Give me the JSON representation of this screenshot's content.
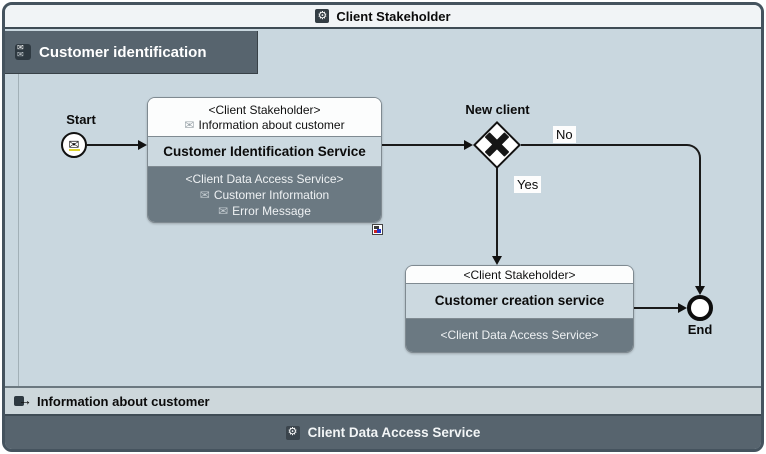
{
  "pool": {
    "title": "Client Stakeholder",
    "bottom_title": "Client Data Access Service"
  },
  "lane": {
    "title": "Customer identification",
    "message_band": "Information about customer"
  },
  "nodes": {
    "start": {
      "label": "Start"
    },
    "task_identification": {
      "participant_top": "<Client Stakeholder>",
      "message_top": "Information about customer",
      "title": "Customer Identification Service",
      "participant_bottom": "<Client Data Access Service>",
      "messages_bottom": [
        "Customer Information",
        "Error Message"
      ]
    },
    "gateway": {
      "label": "New client"
    },
    "task_creation": {
      "participant_top": "<Client Stakeholder>",
      "title": "Customer creation service",
      "participant_bottom": "<Client Data Access Service>"
    },
    "end": {
      "label": "End"
    }
  },
  "edges": {
    "no_label": "No",
    "yes_label": "Yes"
  },
  "icons": {
    "gear": "⚙",
    "envelope": "✉",
    "arrow_right": "→"
  },
  "colors": {
    "slate_header": "#57646e",
    "canvas_bg": "#c9d7df",
    "task_footer_bg": "#6b7982",
    "task_title_band": "#ccd9e0",
    "title_bar_bg": "#f1f4f6",
    "frame_border": "#45535e",
    "flow_line": "#1a1a1a",
    "start_accent": "#ddd22e",
    "marker_red": "#cc2222",
    "marker_blue": "#2233cc"
  }
}
